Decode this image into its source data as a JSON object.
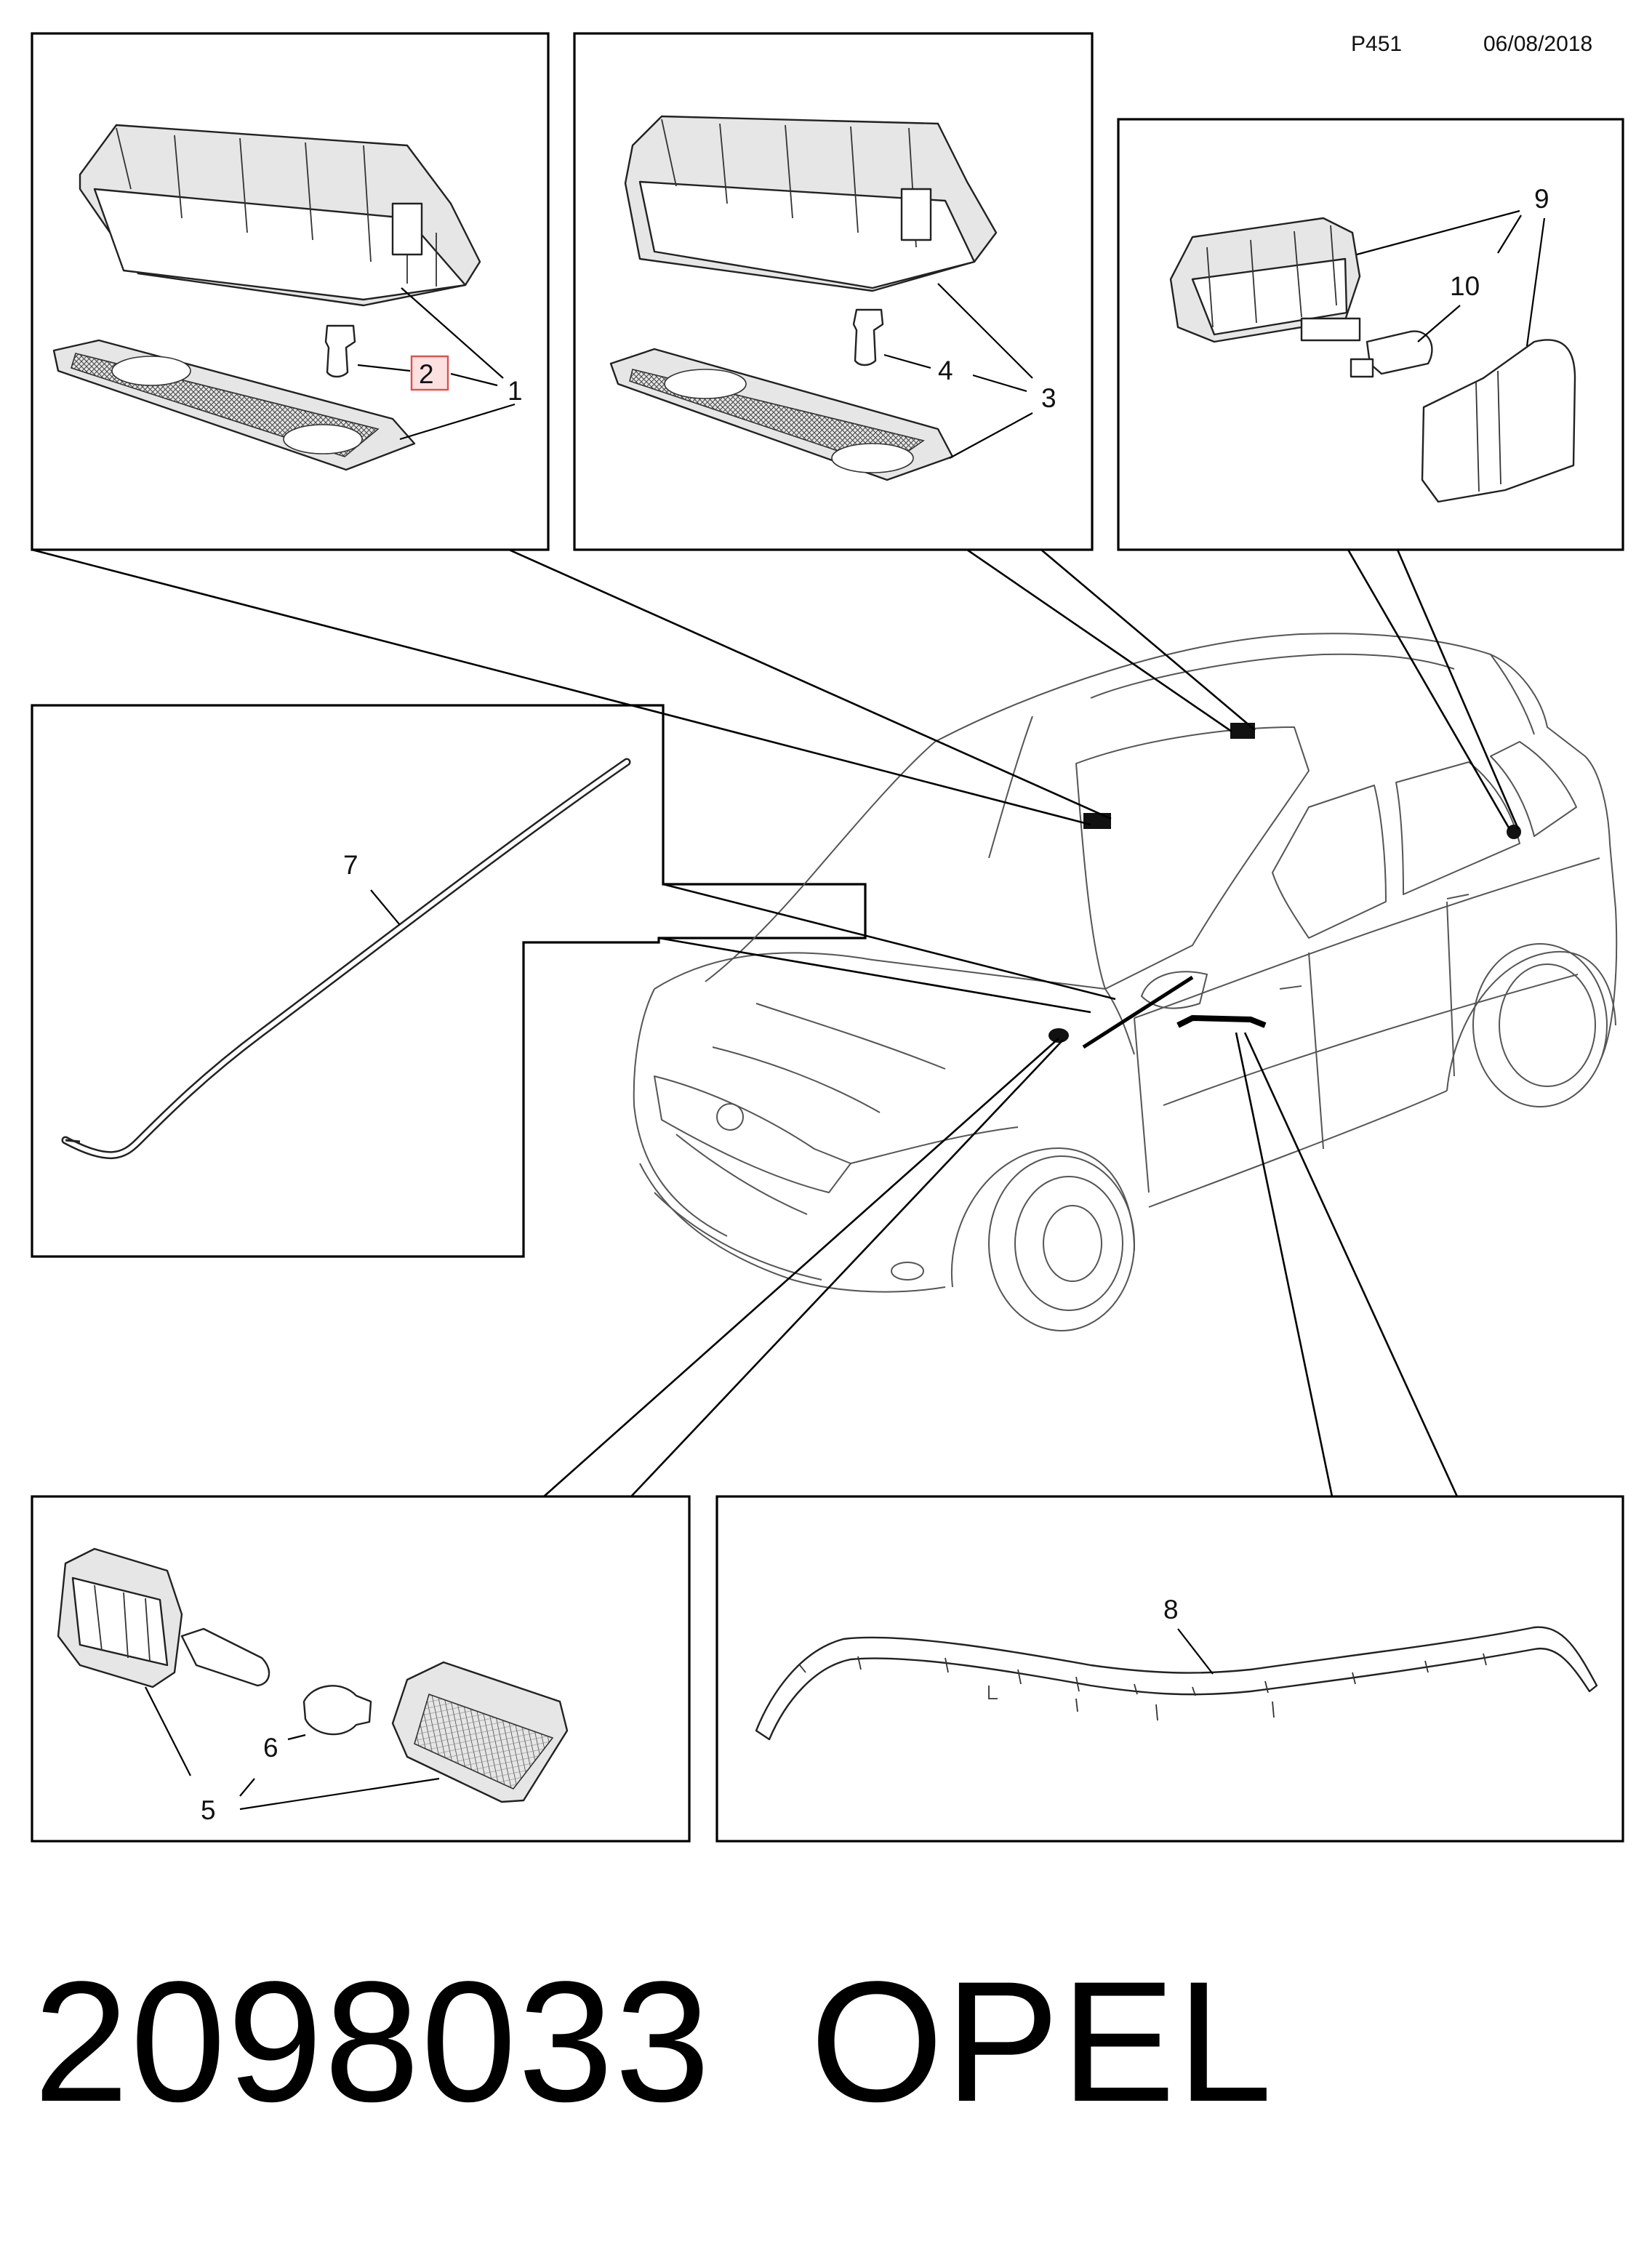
{
  "header": {
    "page_code": "P451",
    "date": "06/08/2018"
  },
  "footer": {
    "part_number": "2098033",
    "brand": "OPEL"
  },
  "callouts": {
    "c1": "1",
    "c2": "2",
    "c3": "3",
    "c4": "4",
    "c5": "5",
    "c6": "6",
    "c7": "7",
    "c8": "8",
    "c9": "9",
    "c10": "10"
  },
  "highlight": {
    "callout": "2",
    "fill": "#fde0e0",
    "stroke": "#d9534f"
  }
}
